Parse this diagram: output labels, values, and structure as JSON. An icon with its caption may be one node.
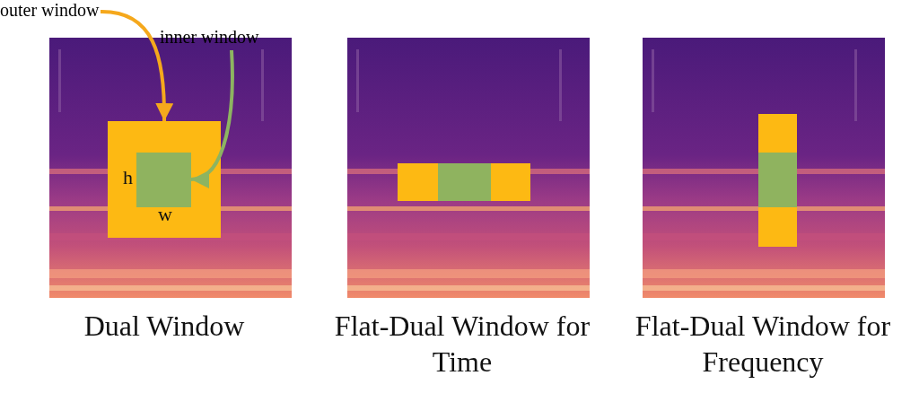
{
  "diagram": {
    "nodes": [
      {
        "text": [
          "outer window"
        ]
      },
      {
        "text": [
          "inner window"
        ]
      },
      {
        "text": [],
        "shape": "box"
      },
      {
        "text": [],
        "shape": "box",
        "in": 2
      },
      {
        "text": [],
        "shape": "box"
      },
      {
        "text": [],
        "shape": "box",
        "in": 4
      },
      {
        "text": [],
        "shape": "box"
      },
      {
        "text": [],
        "shape": "box",
        "in": 6
      }
    ],
    "edges": [
      {
        "from": 0,
        "to": 2,
        "arrow": "to",
        "color": "#f5a81c"
      },
      {
        "from": 1,
        "to": 3,
        "arrow": "to",
        "color": "#8db461"
      }
    ],
    "labels": [
      "h",
      "w",
      "Dual Window",
      "Flat-Dual Window for Time",
      "Flat-Dual Window for Frequency"
    ]
  }
}
